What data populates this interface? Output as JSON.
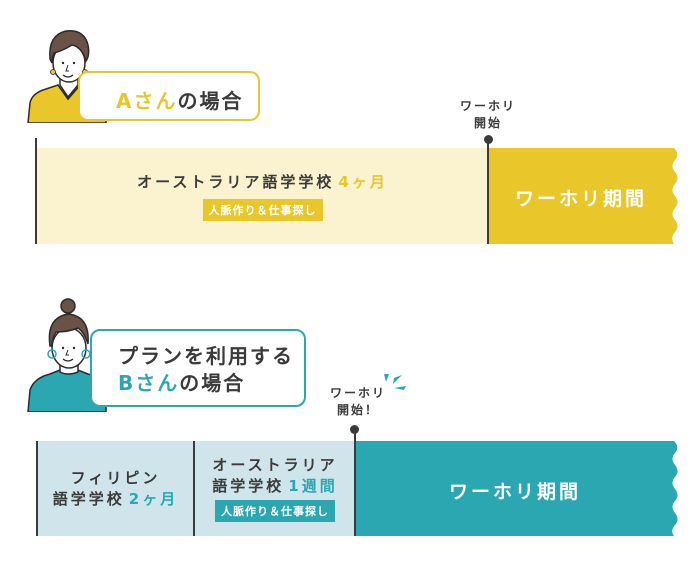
{
  "colors": {
    "yellow": "#e9c62a",
    "yellow_light": "#fbf2cf",
    "teal": "#2ba7b2",
    "teal_light": "#cfe5eb",
    "dark": "#3a3a3a"
  },
  "case_a": {
    "label": {
      "name_highlight": "Aさん",
      "suffix": "の場合"
    },
    "marker": {
      "line1": "ワーホリ",
      "line2": "開始"
    },
    "school": {
      "name": "オーストラリア語学学校",
      "duration": "4ヶ月",
      "tag": "人脈作り＆仕事探し"
    },
    "holiday": "ワーホリ期間"
  },
  "case_b": {
    "label": {
      "line1": "プランを利用する",
      "name_highlight": "Bさん",
      "suffix": "の場合"
    },
    "marker": {
      "line1": "ワーホリ",
      "line2": "開始！"
    },
    "school1": {
      "line1": "フィリピン",
      "line2": "語学学校",
      "duration": "2ヶ月"
    },
    "school2": {
      "line1": "オーストラリア",
      "line2": "語学学校",
      "duration": "1週間",
      "tag": "人脈作り＆仕事探し"
    },
    "holiday": "ワーホリ期間"
  }
}
